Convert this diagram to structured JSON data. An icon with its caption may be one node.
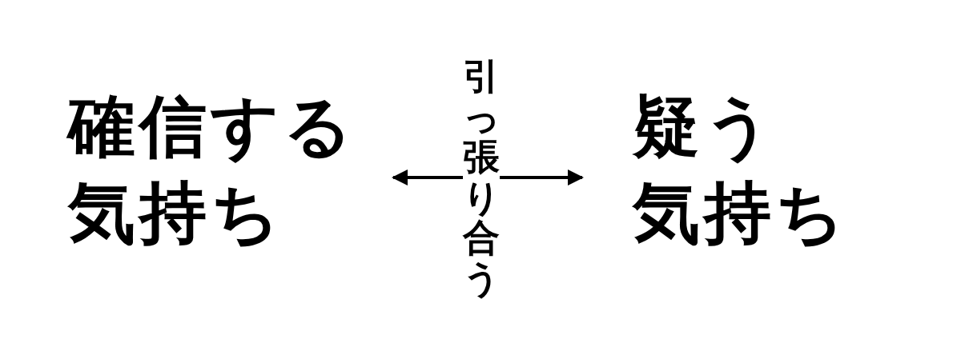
{
  "diagram": {
    "nodes": [
      {
        "text": [
          "確信する気持ち"
        ]
      },
      {
        "text": [
          "疑う気持ち"
        ]
      }
    ],
    "edges": [
      {
        "from": 0,
        "to": 1,
        "arrow": "both",
        "label": "引っ張り合う"
      }
    ]
  }
}
